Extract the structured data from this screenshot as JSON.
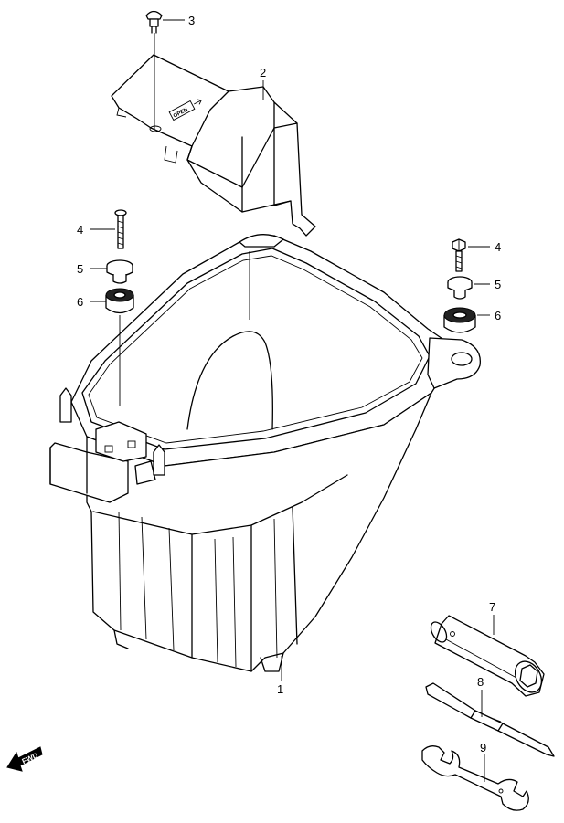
{
  "callouts": [
    {
      "id": "1",
      "label": "1"
    },
    {
      "id": "2",
      "label": "2"
    },
    {
      "id": "3",
      "label": "3"
    },
    {
      "id": "4a",
      "label": "4"
    },
    {
      "id": "5a",
      "label": "5"
    },
    {
      "id": "6a",
      "label": "6"
    },
    {
      "id": "4b",
      "label": "4"
    },
    {
      "id": "5b",
      "label": "5"
    },
    {
      "id": "6b",
      "label": "6"
    },
    {
      "id": "7",
      "label": "7"
    },
    {
      "id": "8",
      "label": "8"
    },
    {
      "id": "9",
      "label": "9"
    }
  ],
  "cover_stamp": "OPEN",
  "fwd_arrow": "FWD",
  "colors": {
    "line": "#000000",
    "background": "#ffffff"
  }
}
